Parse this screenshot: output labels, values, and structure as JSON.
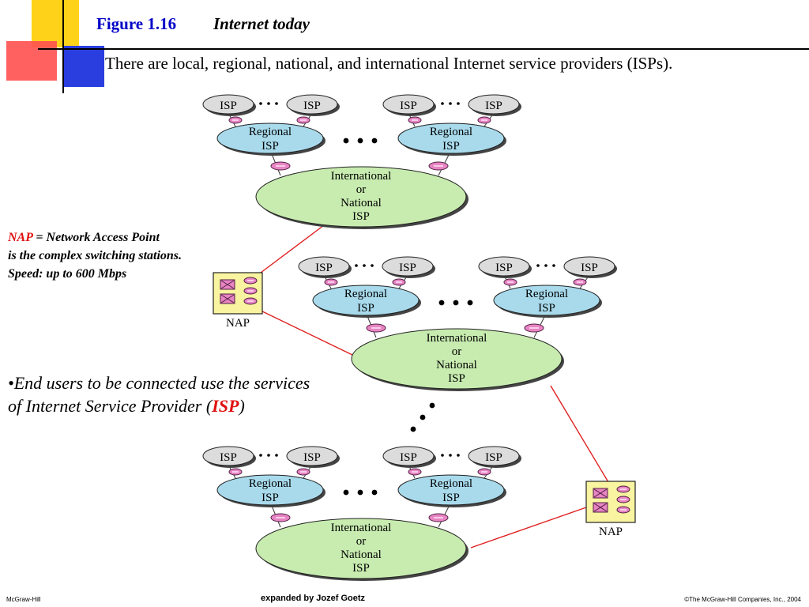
{
  "title": {
    "figure_label": "Figure 1.16",
    "figure_name": "Internet today"
  },
  "subtitle": "There are local, regional, national, and international Internet service providers (ISPs).",
  "nap_note": {
    "term": "NAP",
    "definition": " = Network Access Point",
    "line2": "is the complex switching stations.",
    "line3": "Speed: up to 600 Mbps"
  },
  "bullet_note": {
    "line1": "•End users to be connected use the services",
    "line2_prefix": " of Internet Service Provider (",
    "line2_term": "ISP",
    "line2_suffix": ")"
  },
  "diagram": {
    "isp_label": "ISP",
    "regional_line1": "Regional",
    "regional_line2": "ISP",
    "intl_lines": [
      "International",
      "or",
      "National",
      "ISP"
    ],
    "nap_label": "NAP",
    "ellipsis": "• • •",
    "colors": {
      "isp_fill": "#dcdcdc",
      "regional_fill": "#a8daec",
      "intl_fill": "#c8ecb0",
      "router_fill": "#e884c4",
      "nap_fill": "#f8f4a0",
      "link_red": "#e02020",
      "title_blue": "#0000c8"
    }
  },
  "footer": {
    "left": "McGraw-Hill",
    "center": "expanded by Jozef Goetz",
    "right": "©The McGraw-Hill Companies, Inc., 2004"
  }
}
